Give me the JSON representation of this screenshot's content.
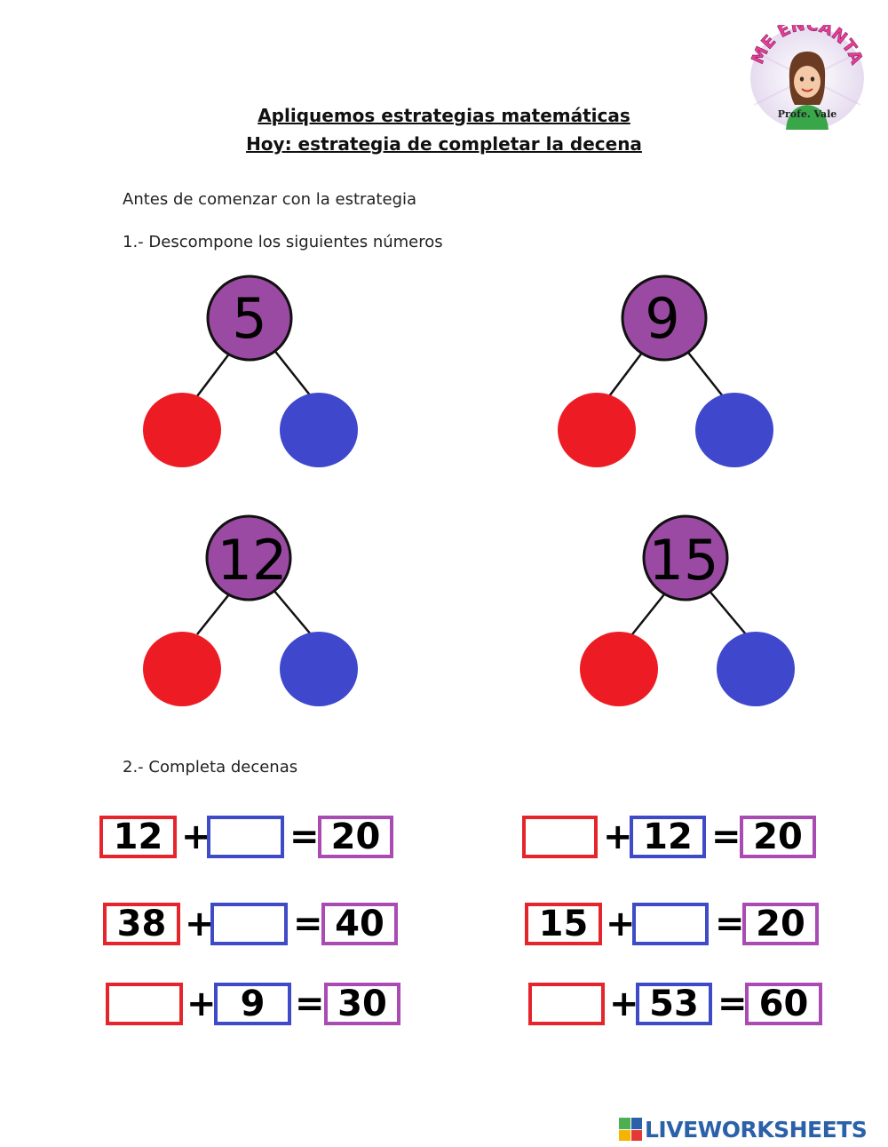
{
  "header": {
    "title": "Apliquemos estrategias matemáticas",
    "subtitle": "Hoy: estrategia de completar la decena"
  },
  "logo": {
    "arc_text": "ME ENCANTA",
    "name": "Profe. Vale"
  },
  "intro": "Antes de comenzar con la estrategia",
  "section1": {
    "label": "1.- Descompone los siguientes números",
    "bonds": [
      "5",
      "9",
      "12",
      "15"
    ]
  },
  "section2": {
    "label": "2.- Completa decenas",
    "plus": "+",
    "equals": "=",
    "equations": [
      {
        "a": "12",
        "b": "",
        "sum": "20"
      },
      {
        "a": "",
        "b": "12",
        "sum": "20"
      },
      {
        "a": "38",
        "b": "",
        "sum": "40"
      },
      {
        "a": "15",
        "b": "",
        "sum": "20"
      },
      {
        "a": "",
        "b": "9",
        "sum": "30"
      },
      {
        "a": "",
        "b": "53",
        "sum": "60"
      }
    ]
  },
  "colors": {
    "whole": "#9b4aa3",
    "part_left": "#ed1c24",
    "part_right": "#3f48cc",
    "box_red": "#e5252b",
    "box_blue": "#3e4ac6",
    "box_purple": "#a94bb3"
  },
  "footer": {
    "brand": "LIVEWORKSHEETS"
  }
}
